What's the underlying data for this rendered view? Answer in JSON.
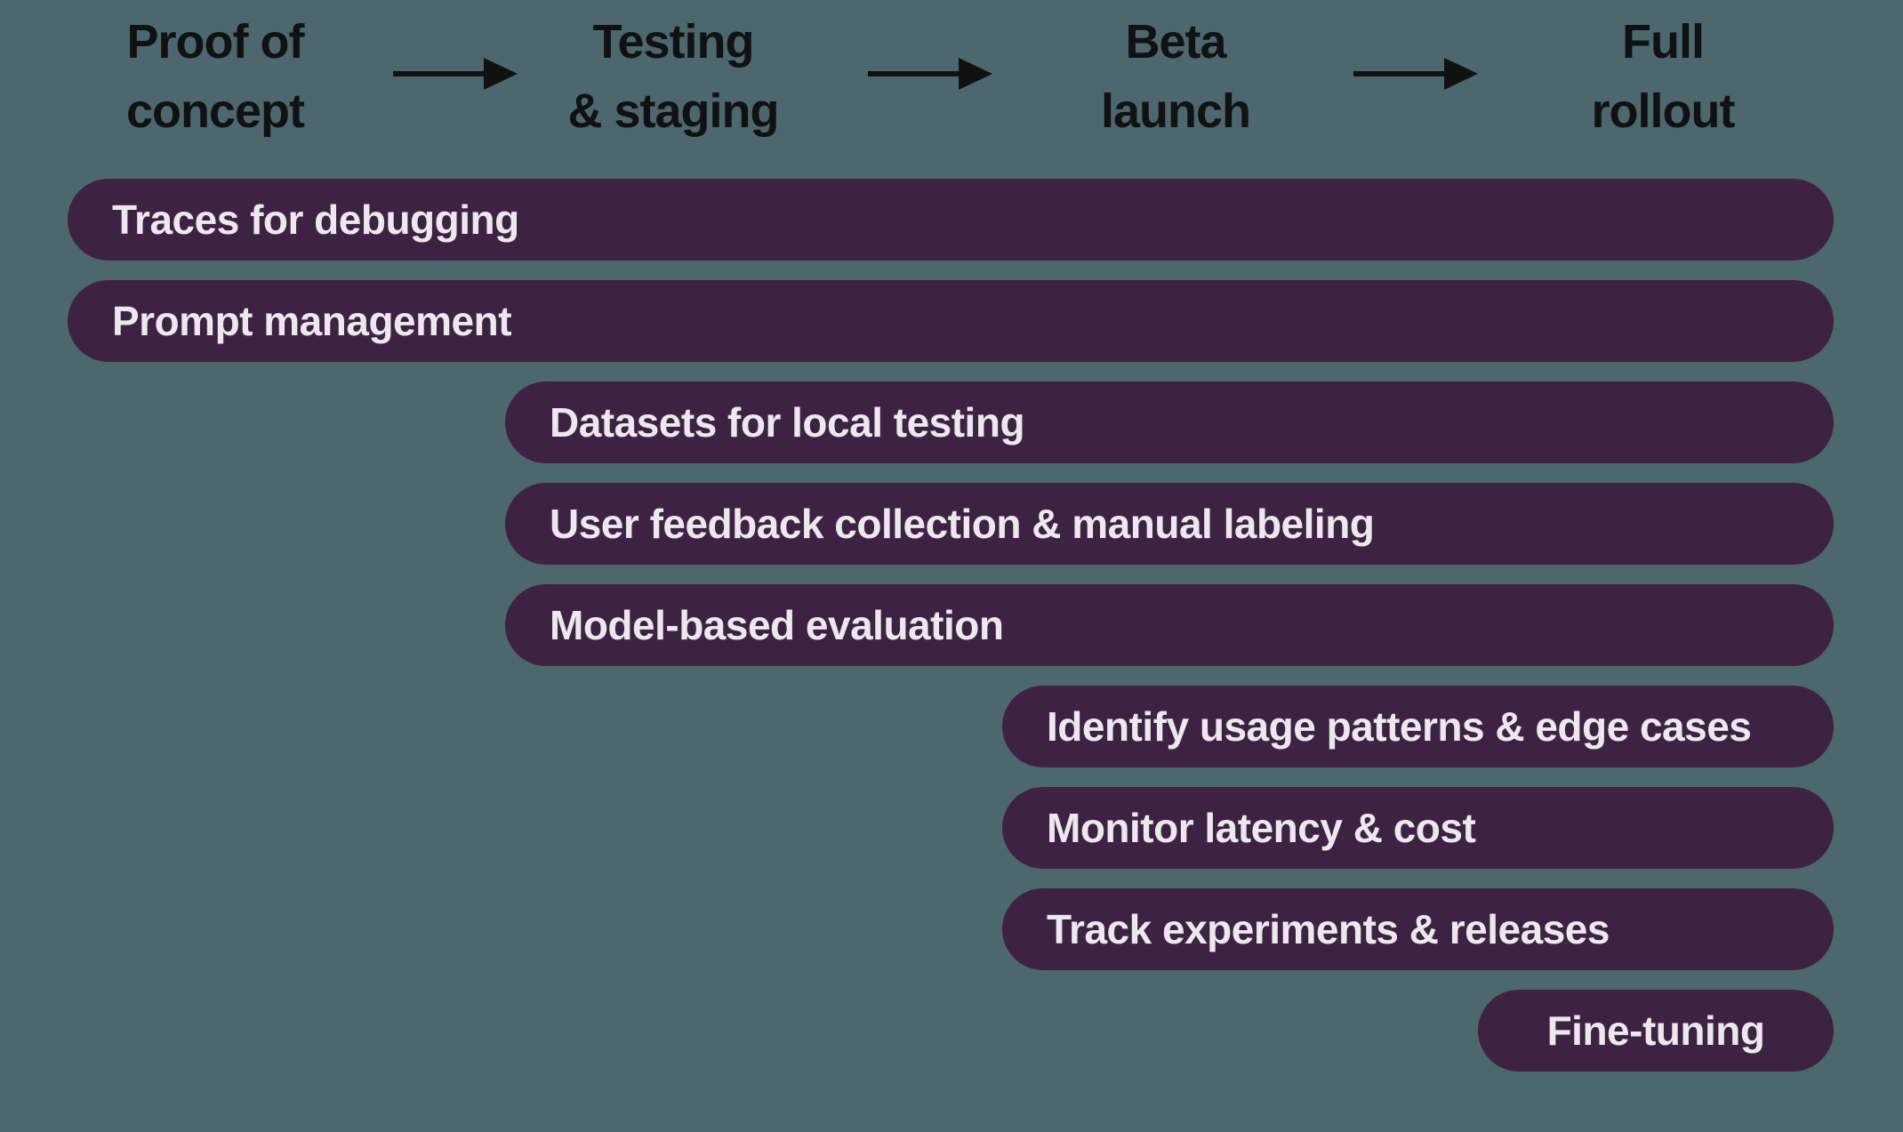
{
  "colors": {
    "background": "#4d676e",
    "bar": "#3e2243",
    "bar_text": "#ece8ed",
    "stage_text": "#111111",
    "arrow": "#111111"
  },
  "stages": [
    {
      "label": "Proof of concept",
      "line1": "Proof of",
      "line2": "concept"
    },
    {
      "label": "Testing & staging",
      "line1": "Testing",
      "line2": "& staging"
    },
    {
      "label": "Beta launch",
      "line1": "Beta",
      "line2": "launch"
    },
    {
      "label": "Full rollout",
      "line1": "Full",
      "line2": "rollout"
    }
  ],
  "bars": [
    {
      "label": "Traces for debugging",
      "starts_at": "Proof of concept",
      "ends_at": "Full rollout"
    },
    {
      "label": "Prompt management",
      "starts_at": "Proof of concept",
      "ends_at": "Full rollout"
    },
    {
      "label": "Datasets for local testing",
      "starts_at": "Testing & staging",
      "ends_at": "Full rollout"
    },
    {
      "label": "User feedback collection & manual labeling",
      "starts_at": "Testing & staging",
      "ends_at": "Full rollout"
    },
    {
      "label": "Model-based evaluation",
      "starts_at": "Testing & staging",
      "ends_at": "Full rollout"
    },
    {
      "label": "Identify usage patterns & edge cases",
      "starts_at": "Beta launch",
      "ends_at": "Full rollout"
    },
    {
      "label": "Monitor latency & cost",
      "starts_at": "Beta launch",
      "ends_at": "Full rollout"
    },
    {
      "label": "Track experiments & releases",
      "starts_at": "Beta launch",
      "ends_at": "Full rollout"
    },
    {
      "label": "Fine-tuning",
      "starts_at": "Full rollout",
      "ends_at": "Full rollout"
    }
  ]
}
